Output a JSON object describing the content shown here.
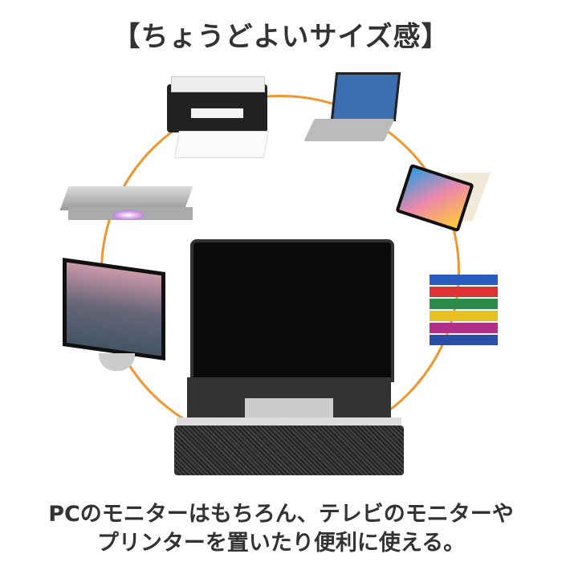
{
  "title": "【ちょうどよいサイズ感】",
  "caption": {
    "line1": "PCのモニターはもちろん、テレビのモニターや",
    "line2": "プリンターを置いたり便利に使える。"
  },
  "colors": {
    "ring": "#f0962e",
    "text": "#333333"
  }
}
